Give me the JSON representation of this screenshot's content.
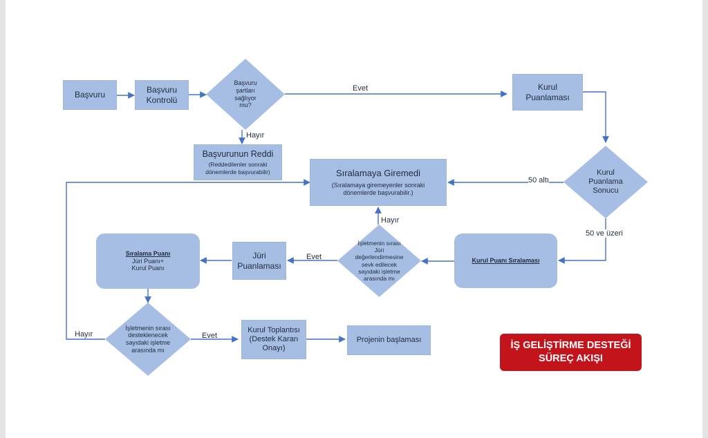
{
  "flow": {
    "basvuru": "Başvuru",
    "basvuru_kontrolu": "Başvuru Kontrolü",
    "sart_q": "Başvuru şartları sağlıyor mu?",
    "red_title": "Başvurunun Reddi",
    "red_sub": "(Reddedilenler sonraki dönemlerde başvurabilir)",
    "kurul_puanlamasi": "Kurul Puanlaması",
    "kurul_sonucu": "Kurul Puanlama Sonucu",
    "siralama_title": "Sıralamaya Giremedi",
    "siralama_sub": "(Sıralamaya giremeyenler sonraki dönemlerde başvurabilir.)",
    "kurul_siralama": "Kurul Puanı Sıralaması",
    "juri_q": "İşletmenin sırası Jüri değerlendirmesine sevk edilecek sayıdaki işletme arasında mı",
    "juri_puanlamasi": "Jüri Puanlaması",
    "siralama_puani_title": "Sıralama Puanı",
    "siralama_puani_l1": "Jüri Puanı+",
    "siralama_puani_l2": "Kurul Puanı",
    "destek_q": "İşletmenin sırası desteklenecek sayıdaki işletme arasında mı",
    "kurul_toplantisi": "Kurul Toplantısı (Destek Kararı Onayı)",
    "proje": "Projenin başlaması"
  },
  "labels": {
    "evet_top": "Evet",
    "hayir_red": "Hayır",
    "alti": "50 altı",
    "uzeri": "50 ve üzeri",
    "hayir_mid": "Hayır",
    "evet_mid": "Evet",
    "hayir_left": "Hayır",
    "evet_bottom": "Evet"
  },
  "badge": {
    "line1": "İŞ GELİŞTİRME DESTEĞİ",
    "line2": "SÜREÇ AKIŞI"
  },
  "colors": {
    "node_fill": "#a6bee3",
    "arrow": "#4472c4",
    "badge_fill": "#c4141b"
  }
}
